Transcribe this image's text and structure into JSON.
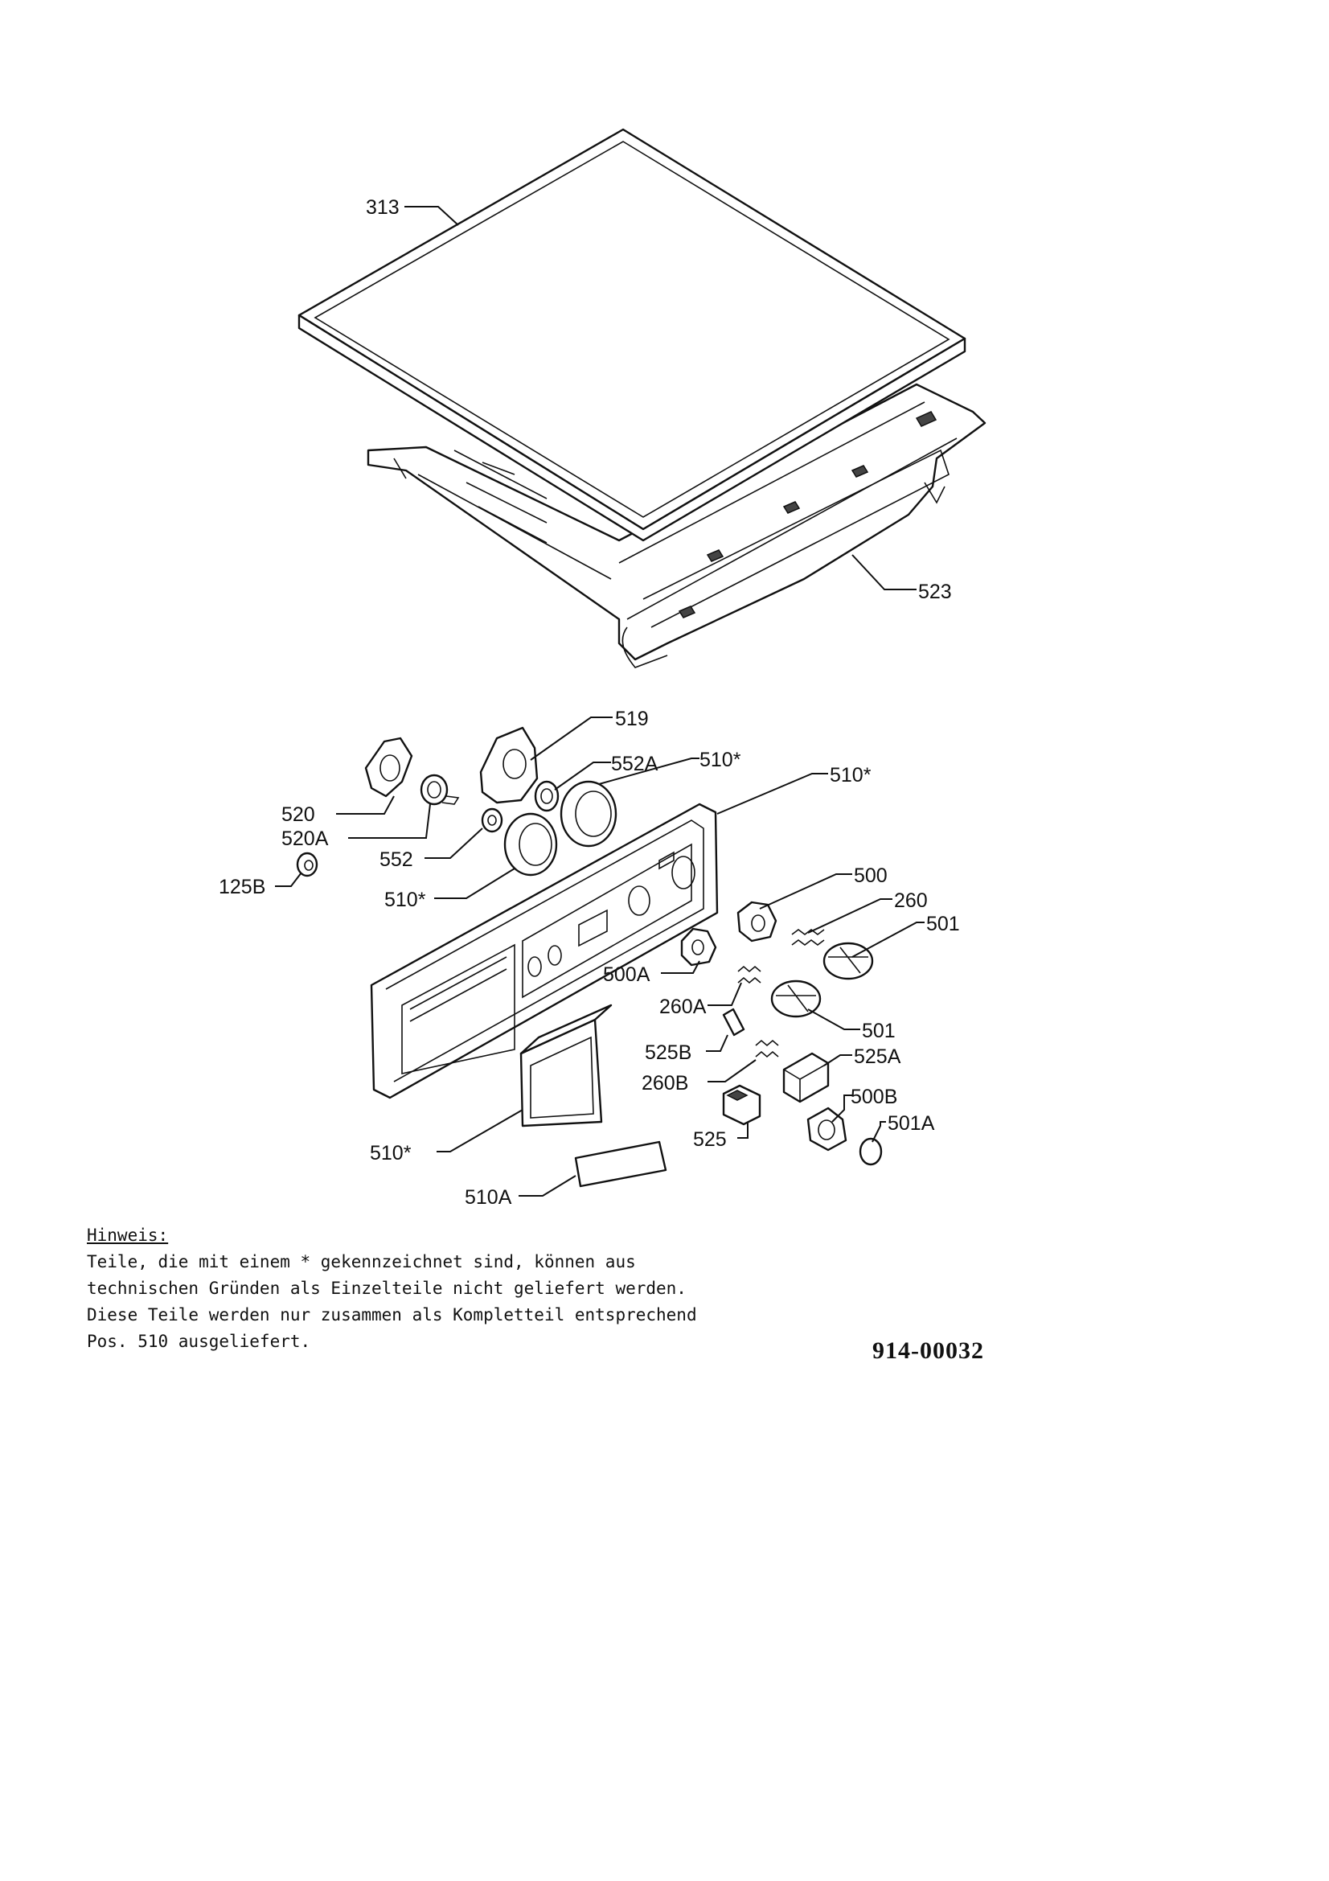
{
  "diagram": {
    "labels": {
      "l313": "313",
      "l523": "523",
      "l519": "519",
      "l552A": "552A",
      "l510_a": "510*",
      "l510_b": "510*",
      "l520": "520",
      "l520A": "520A",
      "l552": "552",
      "l125B": "125B",
      "l510_c": "510*",
      "l500": "500",
      "l260": "260",
      "l501_a": "501",
      "l500A": "500A",
      "l260A": "260A",
      "l501_b": "501",
      "l525B": "525B",
      "l525A": "525A",
      "l260B": "260B",
      "l500B": "500B",
      "l501A": "501A",
      "l525": "525",
      "l510_d": "510*",
      "l510A": "510A"
    }
  },
  "note": {
    "heading": "Hinweis:",
    "lines": [
      "Teile, die mit einem * gekennzeichnet sind, können aus",
      "technischen Gründen als Einzelteile nicht geliefert werden.",
      "Diese Teile werden nur zusammen als Kompletteil entsprechend",
      "Pos. 510 ausgeliefert."
    ]
  },
  "document_number": "914-00032"
}
